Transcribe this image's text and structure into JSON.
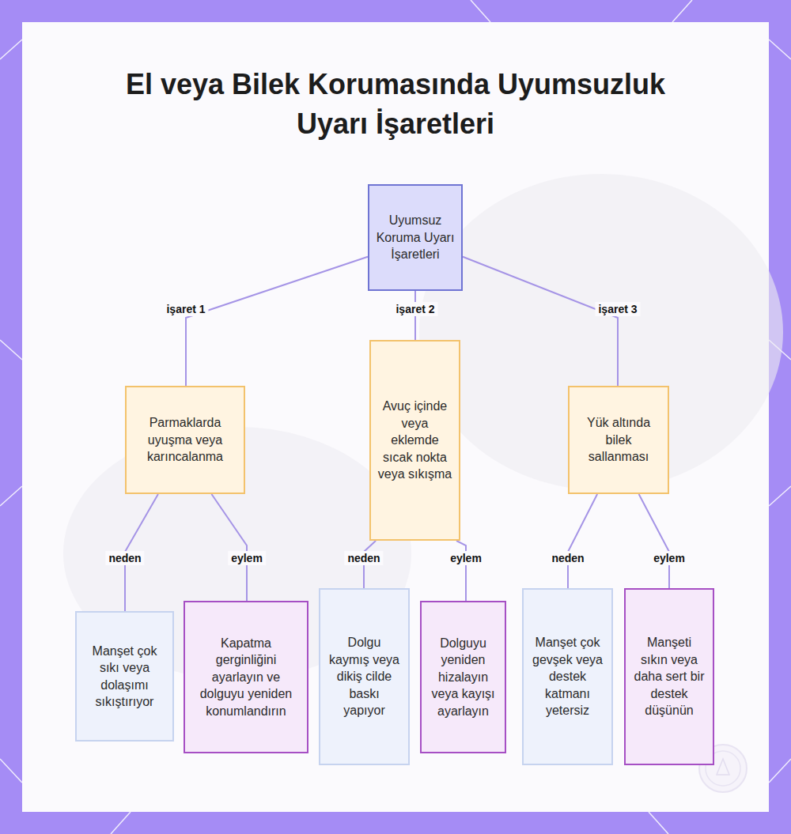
{
  "diagram": {
    "title": "El veya Bilek Korumasında Uyumsuzluk Uyarı İşaretleri",
    "nodes": [
      {
        "text": [
          "Uyumsuz Koruma Uyarı İşaretleri"
        ]
      },
      {
        "text": [
          "Parmaklarda uyuşma veya karıncalanma"
        ]
      },
      {
        "text": [
          "Avuç içinde veya eklemde sıcak nokta veya sıkışma"
        ]
      },
      {
        "text": [
          "Yük altında bilek sallanması"
        ]
      },
      {
        "text": [
          "Manşet çok sıkı veya dolaşımı sıkıştırıyor"
        ]
      },
      {
        "text": [
          "Kapatma gerginliğini ayarlayın ve dolguyu yeniden konumlandırın"
        ]
      },
      {
        "text": [
          "Dolgu kaymış veya dikiş cilde baskı yapıyor"
        ]
      },
      {
        "text": [
          "Dolguyu yeniden hizalayın veya kayışı ayarlayın"
        ]
      },
      {
        "text": [
          "Manşet çok gevşek veya destek katmanı yetersiz"
        ]
      },
      {
        "text": [
          "Manşeti sıkın veya daha sert bir destek düşünün"
        ]
      }
    ],
    "edges": [
      {
        "from": 0,
        "to": 1,
        "label": "işaret 1",
        "arrow": "none"
      },
      {
        "from": 0,
        "to": 2,
        "label": "işaret 2",
        "arrow": "none"
      },
      {
        "from": 0,
        "to": 3,
        "label": "işaret 3",
        "arrow": "none"
      },
      {
        "from": 1,
        "to": 4,
        "label": "neden",
        "arrow": "none"
      },
      {
        "from": 1,
        "to": 5,
        "label": "eylem",
        "arrow": "none"
      },
      {
        "from": 2,
        "to": 6,
        "label": "neden",
        "arrow": "none"
      },
      {
        "from": 2,
        "to": 7,
        "label": "eylem",
        "arrow": "none"
      },
      {
        "from": 3,
        "to": 8,
        "label": "neden",
        "arrow": "none"
      },
      {
        "from": 3,
        "to": 9,
        "label": "eylem",
        "arrow": "none"
      }
    ]
  }
}
